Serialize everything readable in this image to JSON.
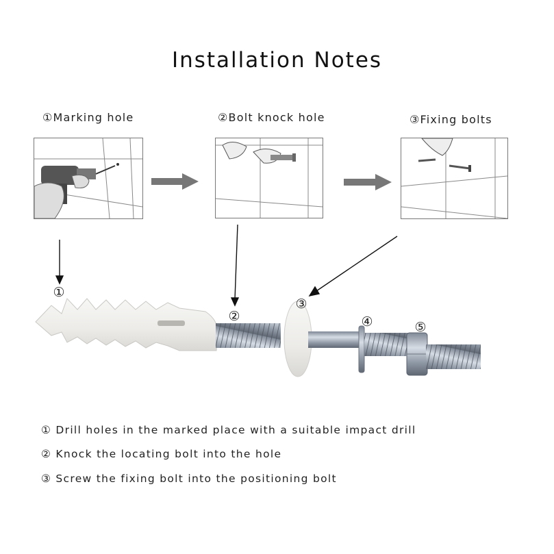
{
  "title": "Installation Notes",
  "steps": [
    {
      "label": "①Marking hole"
    },
    {
      "label": "②Bolt knock hole"
    },
    {
      "label": "③Fixing bolts"
    }
  ],
  "part_markers": [
    "①",
    "②",
    "③",
    "④",
    "⑤"
  ],
  "notes": [
    "① Drill holes in the marked place with a suitable impact drill",
    "② Knock the locating bolt into the hole",
    "③ Screw the fixing bolt into the positioning bolt"
  ],
  "colors": {
    "arrow_gray": "#777777",
    "panel_border": "#777777",
    "plastic_anchor": "#f1f1ef",
    "steel": "#9aa3b0",
    "leader_line": "#111111"
  }
}
